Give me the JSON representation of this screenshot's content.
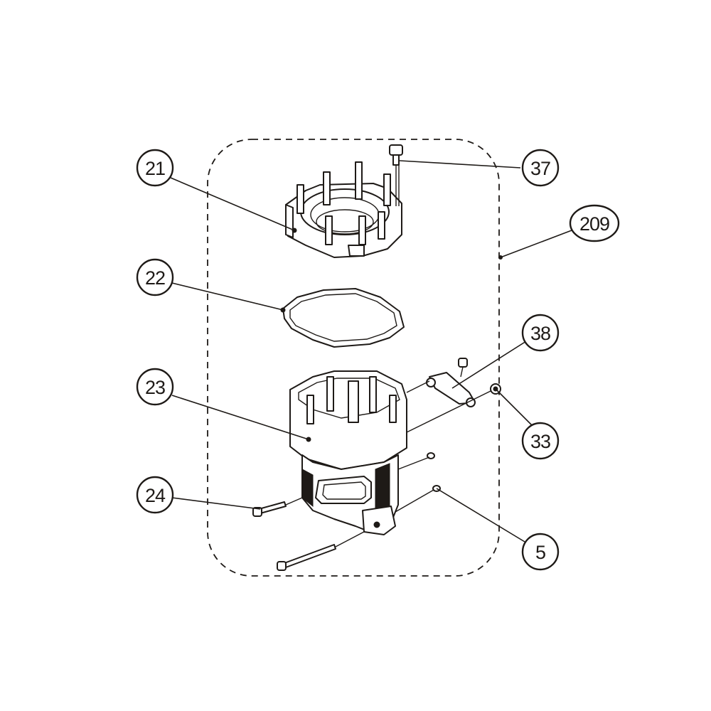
{
  "diagram": {
    "callouts": [
      {
        "id": "21",
        "label": "21"
      },
      {
        "id": "22",
        "label": "22"
      },
      {
        "id": "23",
        "label": "23"
      },
      {
        "id": "24",
        "label": "24"
      },
      {
        "id": "37",
        "label": "37"
      },
      {
        "id": "209",
        "label": "209"
      },
      {
        "id": "38",
        "label": "38"
      },
      {
        "id": "33",
        "label": "33"
      },
      {
        "id": "5",
        "label": "5"
      }
    ]
  },
  "colors": {
    "line": "#1e1a17",
    "background": "#ffffff"
  }
}
